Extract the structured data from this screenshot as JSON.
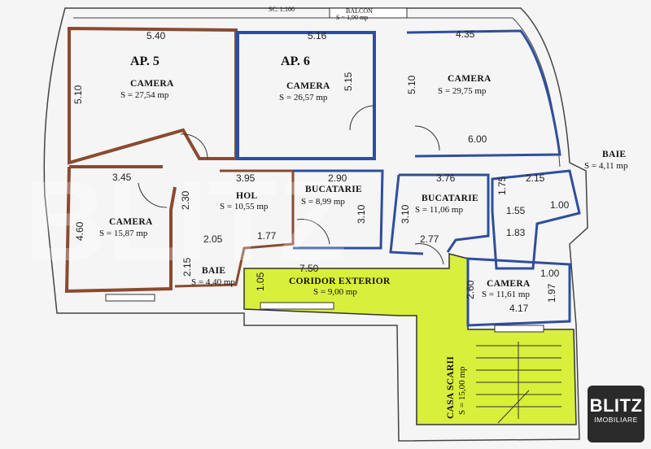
{
  "scale": "SC. 1:100",
  "balcony": {
    "name": "BALCON",
    "area": "S = 1,90 mp"
  },
  "apartments": [
    {
      "id": "ap5",
      "label": "AP. 5"
    },
    {
      "id": "ap6",
      "label": "AP. 6"
    }
  ],
  "rooms": {
    "camera_275": {
      "name": "CAMERA",
      "area": "S = 27,54 mp"
    },
    "camera_265": {
      "name": "CAMERA",
      "area": "S = 26,57 mp"
    },
    "camera_2975": {
      "name": "CAMERA",
      "area": "S = 29,75 mp"
    },
    "hol": {
      "name": "HOL",
      "area": "S = 10,55 mp"
    },
    "bucatarie_899": {
      "name": "BUCATARIE",
      "area": "S = 8,99 mp"
    },
    "bucatarie_1106": {
      "name": "BUCATARIE",
      "area": "S = 11,06 mp"
    },
    "baie_411": {
      "name": "BAIE",
      "area": "S = 4,11 mp"
    },
    "camera_1587": {
      "name": "CAMERA",
      "area": "S = 15,87 mp"
    },
    "baie_440": {
      "name": "BAIE",
      "area": "S = 4,40 mp"
    },
    "coridor": {
      "name": "CORIDOR EXTERIOR",
      "area": "S = 9,00 mp"
    },
    "camera_1161": {
      "name": "CAMERA",
      "area": "S = 11,61 mp"
    },
    "casa_scarii": {
      "name": "CASA SCARII",
      "area": "S = 15,00 mp"
    }
  },
  "dimensions": {
    "d540": "5.40",
    "d516": "5.16",
    "d435": "4.35",
    "d510a": "5.10",
    "d515": "5.15",
    "d510b": "5.10",
    "d600": "6.00",
    "d345": "3.45",
    "d395": "3.95",
    "d290": "2.90",
    "d376": "3.76",
    "d215a": "2.15",
    "d230": "2.30",
    "d460": "4.60",
    "d310a": "3.10",
    "d310b": "3.10",
    "d175": "1.75",
    "d100a": "1.00",
    "d155": "1.55",
    "d205": "2.05",
    "d177": "1.77",
    "d277": "2.77",
    "d183": "1.83",
    "d215b": "2.15",
    "d105": "1.05",
    "d750": "7.50",
    "d260": "2.60",
    "d100b": "1.00",
    "d197": "1.97",
    "d417": "4.17"
  },
  "watermark": "BLITZ",
  "logo": {
    "main": "BLITZ",
    "sub": "IMOBILIARE"
  },
  "colors": {
    "ap5_walls": "#8a4a32",
    "ap6_walls": "#2f4e9c",
    "corridor_fill": "#d8ef3c",
    "wall_outline": "#2a2a2a"
  }
}
